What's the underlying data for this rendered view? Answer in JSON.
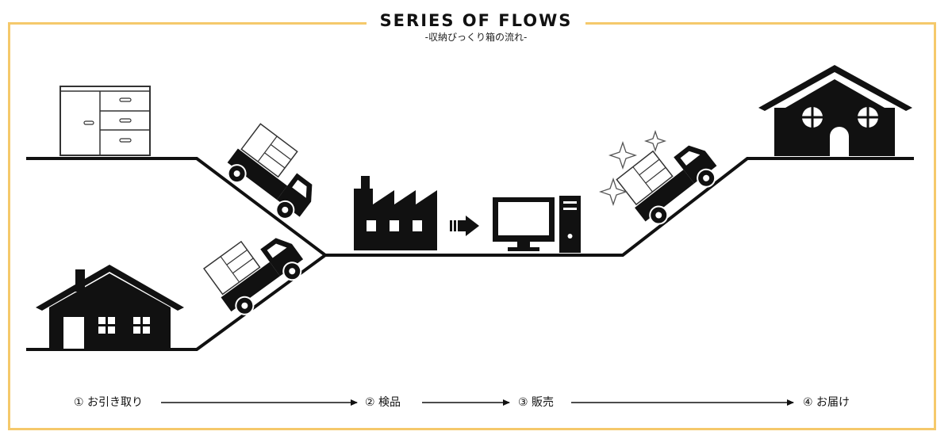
{
  "header": {
    "title": "SERIES OF FLOWS",
    "subtitle": "-収納びっくり箱の流れ-"
  },
  "steps": [
    {
      "label": "① お引き取り"
    },
    {
      "label": "② 検品"
    },
    {
      "label": "③ 販売"
    },
    {
      "label": "④ お届け"
    }
  ],
  "colors": {
    "frame": "#f5c96b",
    "ink": "#111111",
    "background": "#ffffff"
  },
  "icons": [
    "dresser-icon",
    "truck-icon",
    "house-icon",
    "factory-icon",
    "arrow-icon",
    "computer-icon",
    "sparkle-icon"
  ]
}
